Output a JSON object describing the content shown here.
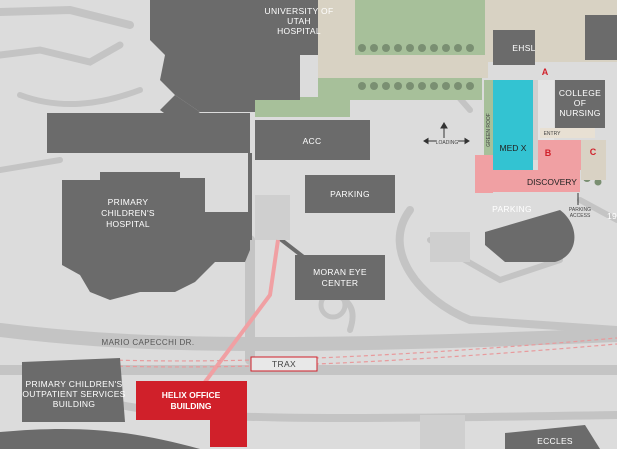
{
  "colors": {
    "background": "#dcdcdc",
    "road": "#c9c9c9",
    "building": "#6b6b6b",
    "greenspace": "#a7c09a",
    "accent_red": "#d0202a",
    "highlight_pink": "#f0a0a3",
    "medx_cyan": "#33c3d2",
    "trax_line": "#e89a9c"
  },
  "labels": {
    "university_hospital": [
      "UNIVERSITY OF",
      "UTAH",
      "HOSPITAL"
    ],
    "ehsl": "EHSL",
    "college_nursing": [
      "COLLEGE",
      "OF",
      "NURSING"
    ],
    "acc": "ACC",
    "loading": "LOADING",
    "green_roof": "GREEN ROOF",
    "med_x": "MED X",
    "entry": "ENTRY",
    "zone_a": "A",
    "zone_b": "B",
    "zone_c": "C",
    "discovery": "DISCOVERY",
    "parking_upper": "PARKING",
    "parking_lower": "PARKING",
    "parking_access": [
      "PARKING",
      "ACCESS"
    ],
    "primary_childrens_hospital": [
      "PRIMARY",
      "CHILDREN'S",
      "HOSPITAL"
    ],
    "moran_eye_center": [
      "MORAN EYE",
      "CENTER"
    ],
    "mario_capecchi_dr": "MARIO CAPECCHI DR.",
    "trax": "TRAX",
    "outpatient_building": [
      "PRIMARY CHILDREN'S",
      "OUTPATIENT SERVICES",
      "BUILDING"
    ],
    "helix_office_building": [
      "HELIX OFFICE",
      "BUILDING"
    ],
    "eccles": "ECCLES",
    "edge_number": "19"
  }
}
